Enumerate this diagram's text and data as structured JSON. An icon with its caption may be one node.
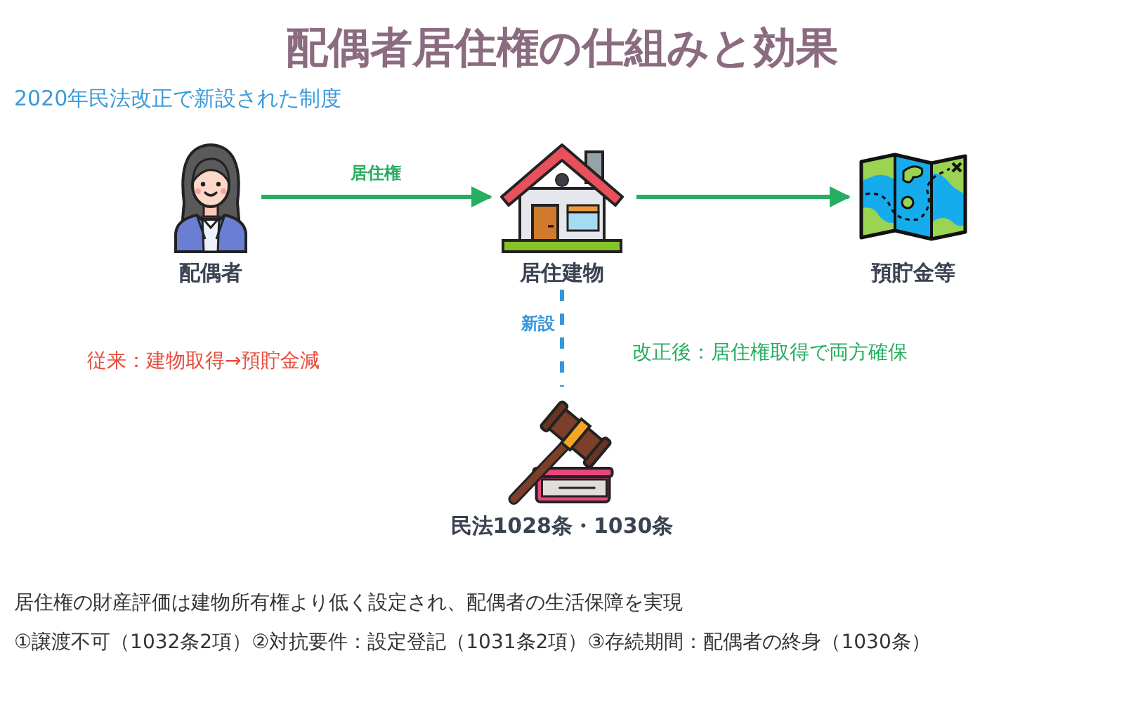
{
  "diagram": {
    "title": "配偶者居住権の仕組みと効果",
    "nodes": [
      {
        "text": [
          "配偶者"
        ]
      },
      {
        "text": [
          "居住建物"
        ]
      },
      {
        "text": [
          "預貯金等"
        ]
      },
      {
        "text": [
          "民法1028条・1030条"
        ]
      }
    ],
    "edges": [
      {
        "from": 0,
        "to": 1,
        "arrow": "to",
        "label": "居住権"
      },
      {
        "from": 1,
        "to": 2,
        "arrow": "to"
      },
      {
        "from": 1,
        "to": 3,
        "arrow": "none",
        "label": "新設",
        "style": "dashed",
        "color": "#3498db"
      }
    ],
    "labels": [
      "2020年民法改正で新設された制度",
      "従来：建物取得→預貯金減",
      "改正後：居住権取得で両方確保",
      "居住権の財産評価は建物所有権より低く設定され、配偶者の生活保障を実現",
      "①譲渡不可（1032条2項）②対抗要件：設定登記（1031条2項）③存続期間：配偶者の終身（1030条）"
    ]
  }
}
